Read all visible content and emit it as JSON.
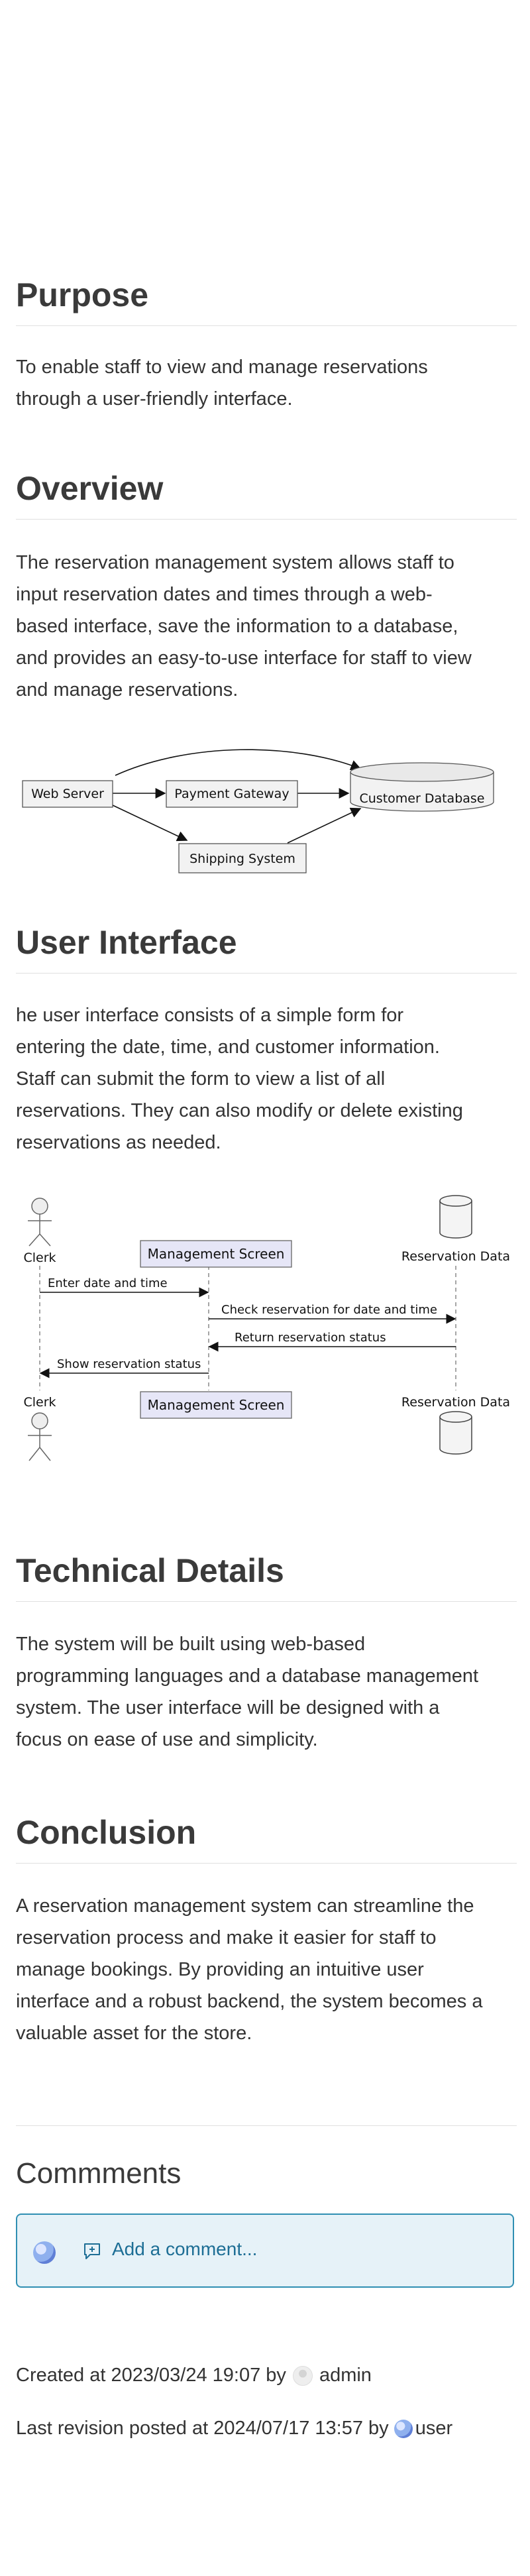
{
  "sections": {
    "purpose": {
      "title": "Purpose",
      "lines": [
        "To enable staff to view and manage reservations",
        "through a user-friendly interface."
      ]
    },
    "overview": {
      "title": "Overview",
      "lines": [
        "The reservation management system allows staff to",
        "input reservation dates and times through a web-",
        "based interface, save the information to a database,",
        "and provides an easy-to-use interface for staff to view",
        "and manage reservations."
      ]
    },
    "user_interface": {
      "title": "User Interface",
      "lines": [
        "he user interface consists of a simple form for",
        "entering the date, time, and customer information.",
        "Staff can submit the form to view a list of all",
        "reservations. They can also modify or delete existing",
        "reservations as needed."
      ]
    },
    "technical": {
      "title": "Technical Details",
      "lines": [
        "The system will be built using web-based",
        "programming languages and a database management",
        "system. The user interface will be designed with a",
        "focus on ease of use and simplicity."
      ]
    },
    "conclusion": {
      "title": "Conclusion",
      "lines": [
        "A reservation management system can streamline the",
        "reservation process and make it easier for staff to",
        "manage bookings. By providing an intuitive user",
        "interface and a robust backend, the system becomes a",
        "valuable asset for the store."
      ]
    }
  },
  "flow_diagram": {
    "web_server": "Web Server",
    "payment_gateway": "Payment Gateway",
    "customer_database": "Customer Database",
    "shipping_system": "Shipping System"
  },
  "sequence_diagram": {
    "clerk": "Clerk",
    "management_screen": "Management Screen",
    "reservation_data": "Reservation Data",
    "msg_enter": "Enter date and time",
    "msg_check": "Check reservation for date and time",
    "msg_return": "Return reservation status",
    "msg_show": "Show reservation status"
  },
  "comments": {
    "title": "Commments",
    "add_comment": "Add a comment..."
  },
  "meta": {
    "created_prefix": "Created at 2023/03/24 19:07 by",
    "created_user": "admin",
    "revision_prefix": "Last revision posted at 2024/07/17 13:57 by",
    "revision_user": "user"
  }
}
